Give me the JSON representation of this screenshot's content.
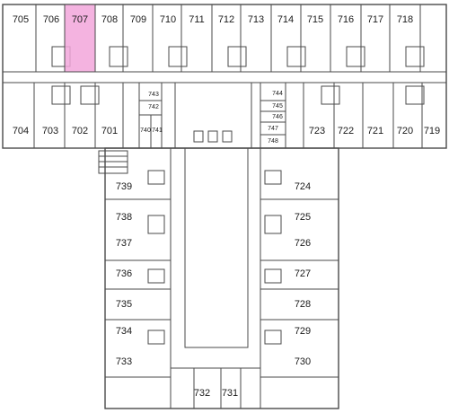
{
  "highlight_color": "#f2a6da",
  "wall_color": "#4a4a4a",
  "highlighted_room": "707",
  "rooms": {
    "r705": "705",
    "r706": "706",
    "r707": "707",
    "r708": "708",
    "r709": "709",
    "r710": "710",
    "r711": "711",
    "r712": "712",
    "r713": "713",
    "r714": "714",
    "r715": "715",
    "r716": "716",
    "r717": "717",
    "r718": "718",
    "r704": "704",
    "r703": "703",
    "r702": "702",
    "r701": "701",
    "r723": "723",
    "r722": "722",
    "r721": "721",
    "r720": "720",
    "r719": "719",
    "r743": "743",
    "r742": "742",
    "r740": "740",
    "r741": "741",
    "r744": "744",
    "r745": "745",
    "r746": "746",
    "r747": "747",
    "r748": "748",
    "r739": "739",
    "r738": "738",
    "r737": "737",
    "r736": "736",
    "r735": "735",
    "r734": "734",
    "r733": "733",
    "r732": "732",
    "r731": "731",
    "r724": "724",
    "r725": "725",
    "r726": "726",
    "r727": "727",
    "r728": "728",
    "r729": "729",
    "r730": "730"
  }
}
